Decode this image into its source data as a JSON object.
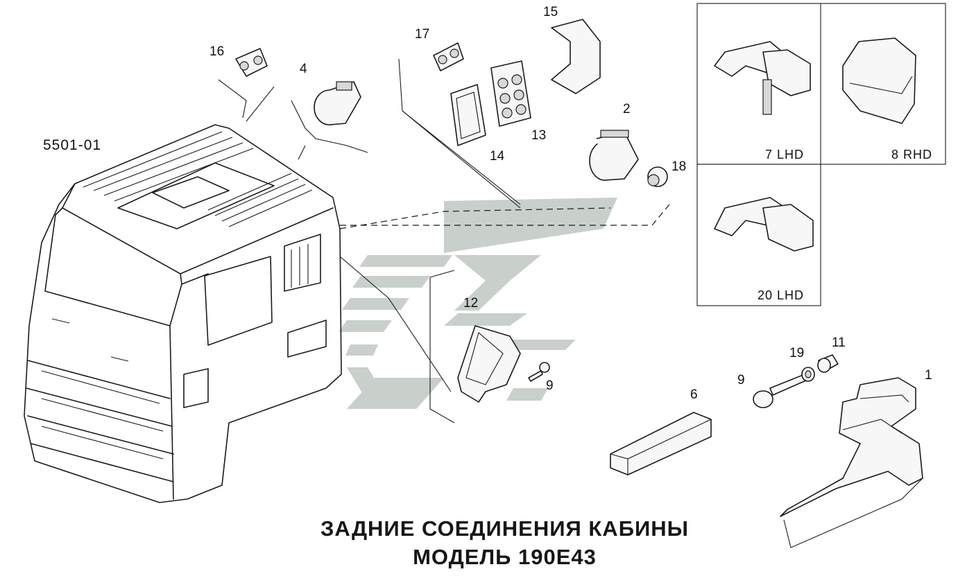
{
  "diagram_code": "5501-01",
  "title": {
    "line1": "ЗАДНИЕ СОЕДИНЕНИЯ КАБИНЫ",
    "line2": "МОДЕЛЬ 190E43"
  },
  "callouts": {
    "c1": "1",
    "c2": "2",
    "c4": "4",
    "c6": "6",
    "c9a": "9",
    "c9b": "9",
    "c11": "11",
    "c12": "12",
    "c13": "13",
    "c14": "14",
    "c15": "15",
    "c16": "16",
    "c17": "17",
    "c18": "18",
    "c19": "19"
  },
  "insets": {
    "lhd7": "7  LHD",
    "rhd8": "8 RHD",
    "lhd20": "20  LHD"
  },
  "colors": {
    "ink": "#1a1a1a",
    "watermark": "#c9cfcb",
    "background": "#ffffff"
  }
}
